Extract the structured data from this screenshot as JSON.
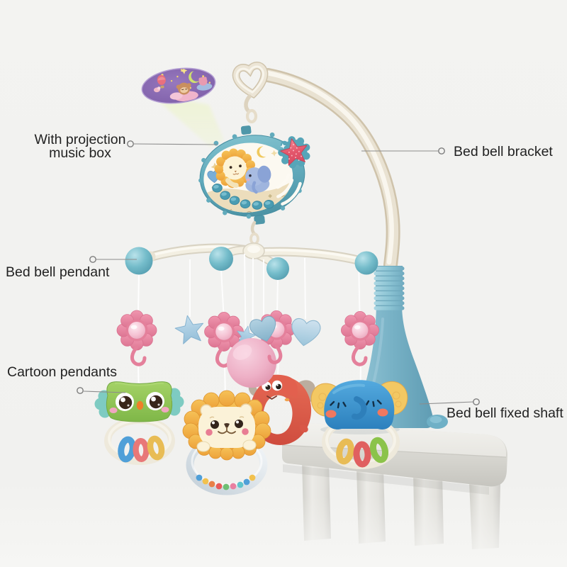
{
  "image_type": "product-diagram",
  "product": "baby crib mobile bed bell",
  "callouts": {
    "projection_music_box": {
      "line1": "With projection",
      "line2": "music box"
    },
    "bed_bell_bracket": {
      "label": "Bed bell bracket"
    },
    "bed_bell_pendant": {
      "label": "Bed bell pendant"
    },
    "cartoon_pendants": {
      "label": "Cartoon pendants"
    },
    "bed_bell_fixed_shaft": {
      "label": "Bed bell fixed shaft"
    }
  },
  "pendant_icons": [
    "flower-rattle",
    "star",
    "heart",
    "pink-ball",
    "owl-rattle",
    "lion-rattle",
    "crab-teether",
    "elephant-rattle"
  ],
  "scene_icons": [
    "heart-hanger",
    "music-box",
    "projection-light",
    "night-sky-projection",
    "arched-bracket",
    "ribbed-shaft",
    "clamp-bottle",
    "crib-rail"
  ],
  "colors": {
    "background": "#f2f2f0",
    "label_text": "#222222",
    "callout_line": "#8c8c8c",
    "music_box_teal": "#5fa9ba",
    "bracket_cream": "#e9e2d2",
    "star_button_red": "#e4576c",
    "pendant_ball_teal": "#6fbccb",
    "flower_pink": "#ec8aa4",
    "big_ball_pink": "#f3c6d5",
    "owl_green": "#93c758",
    "lion_mane_yellow": "#f2b24a",
    "crab_red": "#e05545",
    "elephant_blue": "#3f9ad6",
    "projection_purple": "#8a6cb4",
    "rail_white": "#e9e8e4"
  }
}
